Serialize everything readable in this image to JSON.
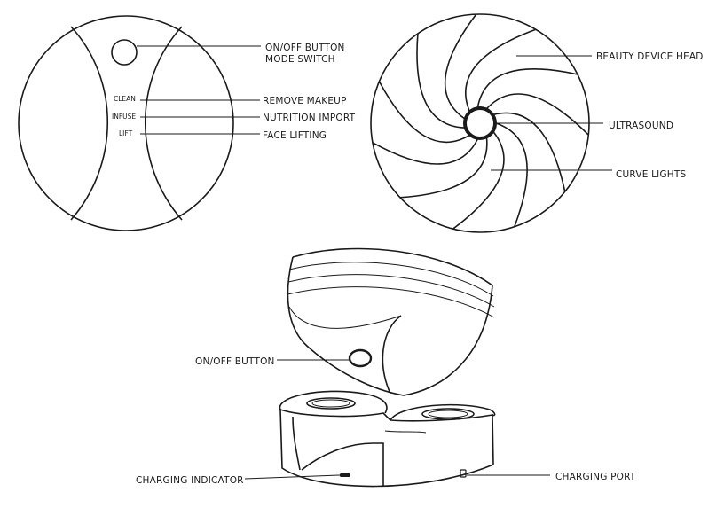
{
  "figure_1": {
    "labels": {
      "button_line1": "ON/OFF BUTTON",
      "button_line2": "MODE SWITCH",
      "remove_makeup": "REMOVE MAKEUP",
      "nutrition_import": "NUTRITION IMPORT",
      "face_lifting": "FACE LIFTING"
    },
    "modes": {
      "clean": "CLEAN",
      "infuse": "INFUSE",
      "lift": "LIFT"
    }
  },
  "figure_2": {
    "labels": {
      "head": "BEAUTY DEVICE HEAD",
      "ultrasound": "ULTRASOUND",
      "curve_lights": "CURVE LIGHTS"
    }
  },
  "figure_3": {
    "labels": {
      "on_off_button": "ON/OFF BUTTON",
      "charging_indicator": "CHARGING INDICATOR",
      "charging_port": "CHARGING PORT"
    }
  }
}
